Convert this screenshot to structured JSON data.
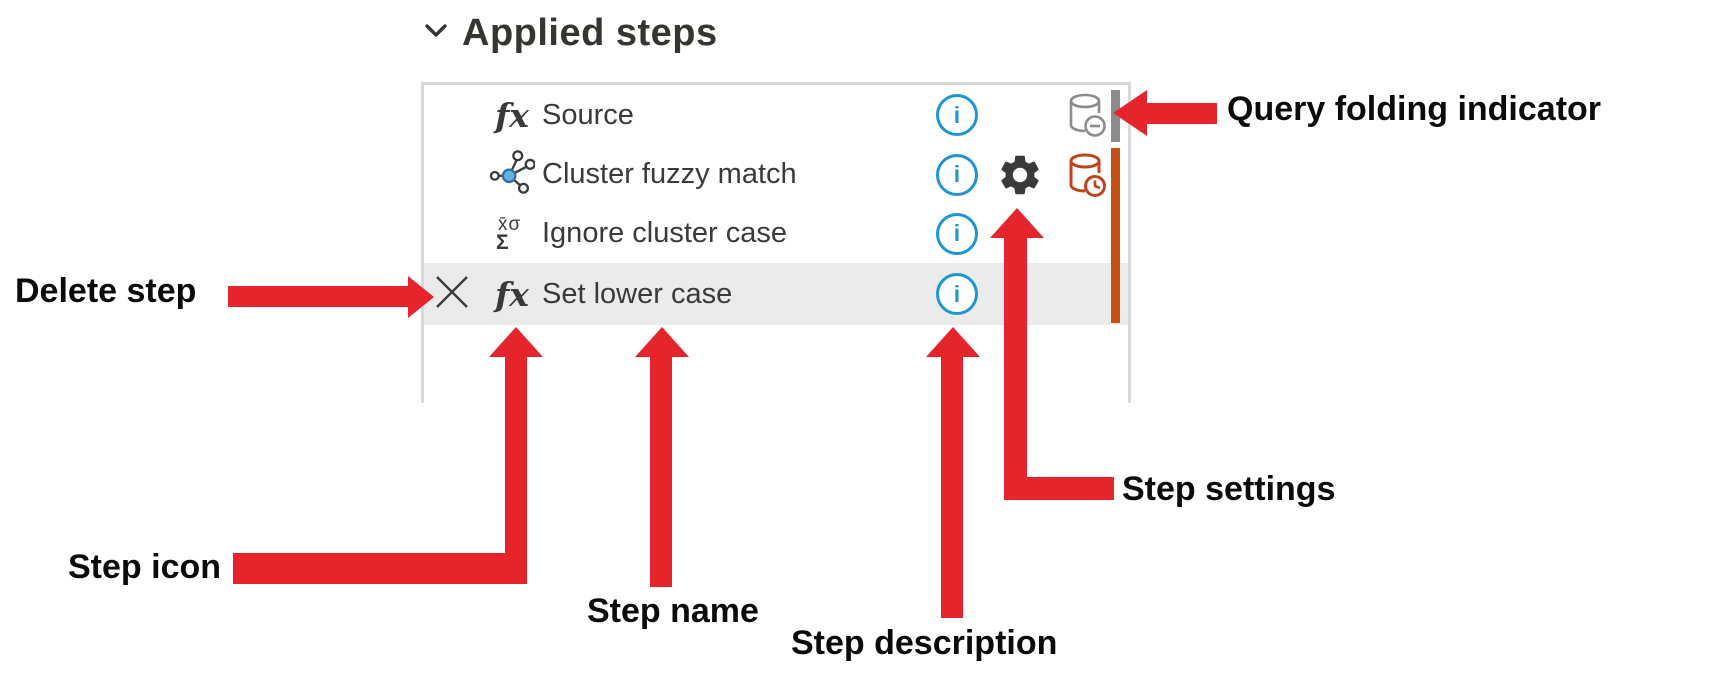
{
  "header": {
    "title": "Applied steps"
  },
  "panel": {
    "steps": [
      {
        "name": "Source",
        "icon": "fx",
        "info": true,
        "settings": false,
        "delete": false,
        "selected": false,
        "folding_indicator": "gray-bar",
        "folding_badge": "minus"
      },
      {
        "name": "Cluster fuzzy match",
        "icon": "cluster-fuzzy-match",
        "info": true,
        "settings": true,
        "delete": false,
        "selected": false,
        "folding_indicator": "orange-bar",
        "folding_badge": "clock"
      },
      {
        "name": "Ignore cluster case",
        "icon": "statistics",
        "info": true,
        "settings": false,
        "delete": false,
        "selected": false,
        "folding_indicator": "orange-bar"
      },
      {
        "name": "Set lower case",
        "icon": "fx",
        "info": true,
        "settings": false,
        "delete": true,
        "selected": true,
        "folding_indicator": "orange-bar"
      }
    ],
    "icon_glyphs": {
      "fx": "fx",
      "info": "i",
      "statistics_top": "x̄σ",
      "statistics_bottom": "Σ"
    }
  },
  "annotations": {
    "query_folding": "Query folding indicator",
    "delete_step": "Delete step",
    "step_icon": "Step icon",
    "step_name": "Step name",
    "step_description": "Step description",
    "step_settings": "Step settings"
  },
  "colors": {
    "annotation_red": "#e5242b",
    "info_blue": "#1f95d4",
    "folded_gray_bar": "#8c8c8c",
    "pending_orange_bar": "#c55211",
    "db_icon_red": "#c0451c",
    "db_icon_gray": "#8c8c8c",
    "selected_row_bg": "#ebebeb",
    "panel_border": "#d9d9d9",
    "step_text": "#3b3a39"
  }
}
